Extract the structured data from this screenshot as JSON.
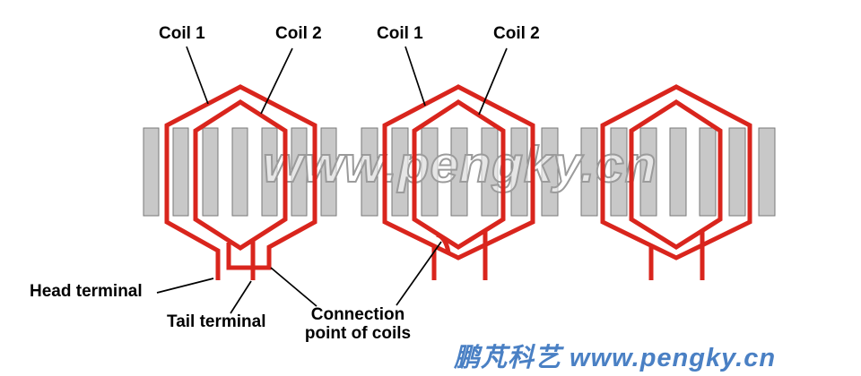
{
  "colors": {
    "coil_red": "#d9251d",
    "bar_fill": "#c8c8c8",
    "bar_stroke": "#787878",
    "label_black": "#000000",
    "watermark_gray": "#9b9b9b",
    "brand_blue": "#4a80c4"
  },
  "watermark": {
    "text": "www.pengky.cn"
  },
  "brand": {
    "text": "鹏芃科艺 www.pengky.cn"
  },
  "diagrams": [
    {
      "name": "coils-with-separate-terminals",
      "labels": {
        "coil1": "Coil 1",
        "coil2": "Coil 2"
      }
    },
    {
      "name": "coils-connected-in-series",
      "labels": {
        "coil1": "Coil 1",
        "coil2": "Coil 2"
      }
    },
    {
      "name": "finished-coil-group",
      "labels": {}
    }
  ],
  "annotations": {
    "head_terminal": "Head terminal",
    "tail_terminal": "Tail terminal",
    "connection_point_line1": "Connection",
    "connection_point_line2": "point of coils"
  }
}
